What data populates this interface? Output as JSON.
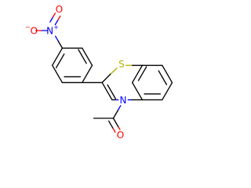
{
  "molecule": {
    "atoms": {
      "S1": {
        "text": "S",
        "color": "#b2b200"
      },
      "N4": {
        "text": "N",
        "color": "#0000ff"
      },
      "Nno2": {
        "text": "N",
        "color": "#0000ff",
        "charge": "+"
      },
      "Oa": {
        "text": "O",
        "color": "#ff0000",
        "charge": "−"
      },
      "Ob": {
        "text": "O",
        "color": "#ff0000"
      },
      "Oac": {
        "text": "O",
        "color": "#ff0000"
      }
    }
  }
}
